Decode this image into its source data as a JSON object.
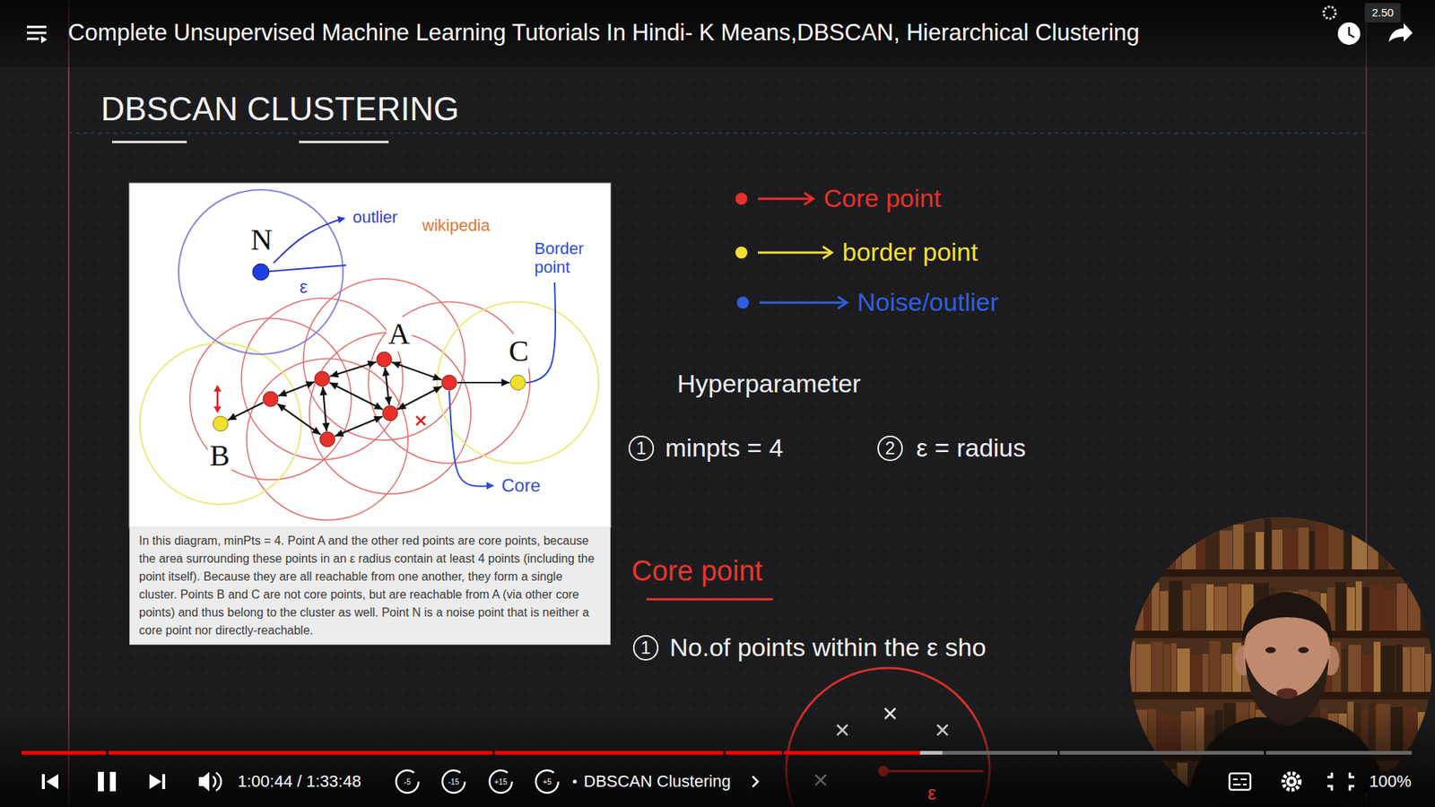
{
  "diagram": {
    "title": "DBSCAN CLUSTERING",
    "caption": "In this diagram, minPts = 4. Point A and the other red points are core points, because the area surrounding these points in an ε radius contain at least 4 points (including the point itself). Because they are all reachable from one another, they form a single cluster. Points B and C are not core points, but are reachable from A (via other core points) and thus belong to the cluster as well. Point N is a noise point that is neither a core point nor directly-reachable.",
    "labels": [
      "Complete Unsupervised Machine Learning Tutorials In Hindi- K Means,DBSCAN, Hierarchical Clustering",
      "2.50",
      "N",
      "ε",
      "outlier",
      "wikipedia",
      "Border point",
      "A",
      "C",
      "B",
      "Core",
      "Hyperparameter",
      "1",
      "minpts = 4",
      "2",
      "ε = radius",
      "Core point",
      "1",
      "No.of points within the ε sho",
      "ε",
      "1:00:44 / 1:33:48",
      "-5",
      "-15",
      "+15",
      "+5",
      "DBSCAN Clustering",
      "100%"
    ],
    "legend": [
      {
        "text": "Core point",
        "color": "#e8302a"
      },
      {
        "text": "border point",
        "color": "#f2e030"
      },
      {
        "text": "Noise/outlier",
        "color": "#2f5fe0"
      }
    ]
  }
}
